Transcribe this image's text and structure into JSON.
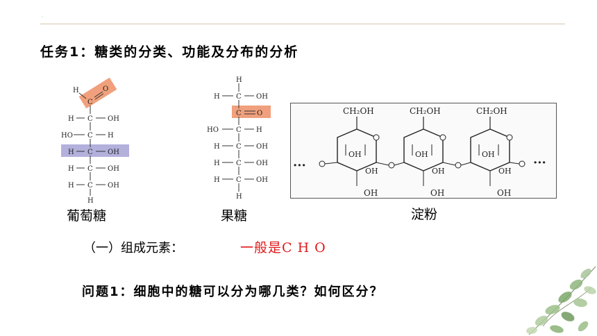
{
  "slide": {
    "title": "任务1：糖类的分类、功能及分布的分析",
    "dot": "·"
  },
  "glucose": {
    "caption": "葡萄糖",
    "highlight_colors": {
      "aldehyde": "#f0a07c",
      "hydroxyl": "#b4b0dc"
    },
    "labels": {
      "h_top": "H",
      "c1": "C",
      "o": "O",
      "r2_h": "H",
      "r2_c": "C",
      "r2_oh": "OH",
      "r3_ho": "HO",
      "r3_c": "C",
      "r3_h": "H",
      "r4_h": "H",
      "r4_c": "C",
      "r4_oh": "OH",
      "r5_h": "H",
      "r5_c": "C",
      "r5_oh": "OH",
      "r6_h": "H",
      "r6_c": "C",
      "r6_oh": "OH",
      "h_bottom": "H"
    }
  },
  "fructose": {
    "caption": "果糖",
    "highlight_color": "#f0a07c",
    "labels": {
      "h_top": "H",
      "r1_h": "H",
      "r1_c": "C",
      "r1_oh": "OH",
      "r2_c": "C",
      "r2_o": "O",
      "r3_ho": "HO",
      "r3_c": "C",
      "r3_h": "H",
      "r4_h": "H",
      "r4_c": "C",
      "r4_oh": "OH",
      "r5_h": "H",
      "r5_c": "C",
      "r5_oh": "OH",
      "r6_h": "H",
      "r6_c": "C",
      "r6_oh": "OH",
      "h_bottom": "H"
    }
  },
  "starch": {
    "caption": "淀粉",
    "ring_top_label": "CH₂OH",
    "ring_oh": "OH",
    "ring_o": "O",
    "link_o": "O",
    "ellipsis_left": "···",
    "ellipsis_right": "···"
  },
  "elements": {
    "label": "（一）组成元素：",
    "answer": "一般是C H O"
  },
  "question": "问题1：细胞中的糖可以分为哪几类？如何区分？"
}
